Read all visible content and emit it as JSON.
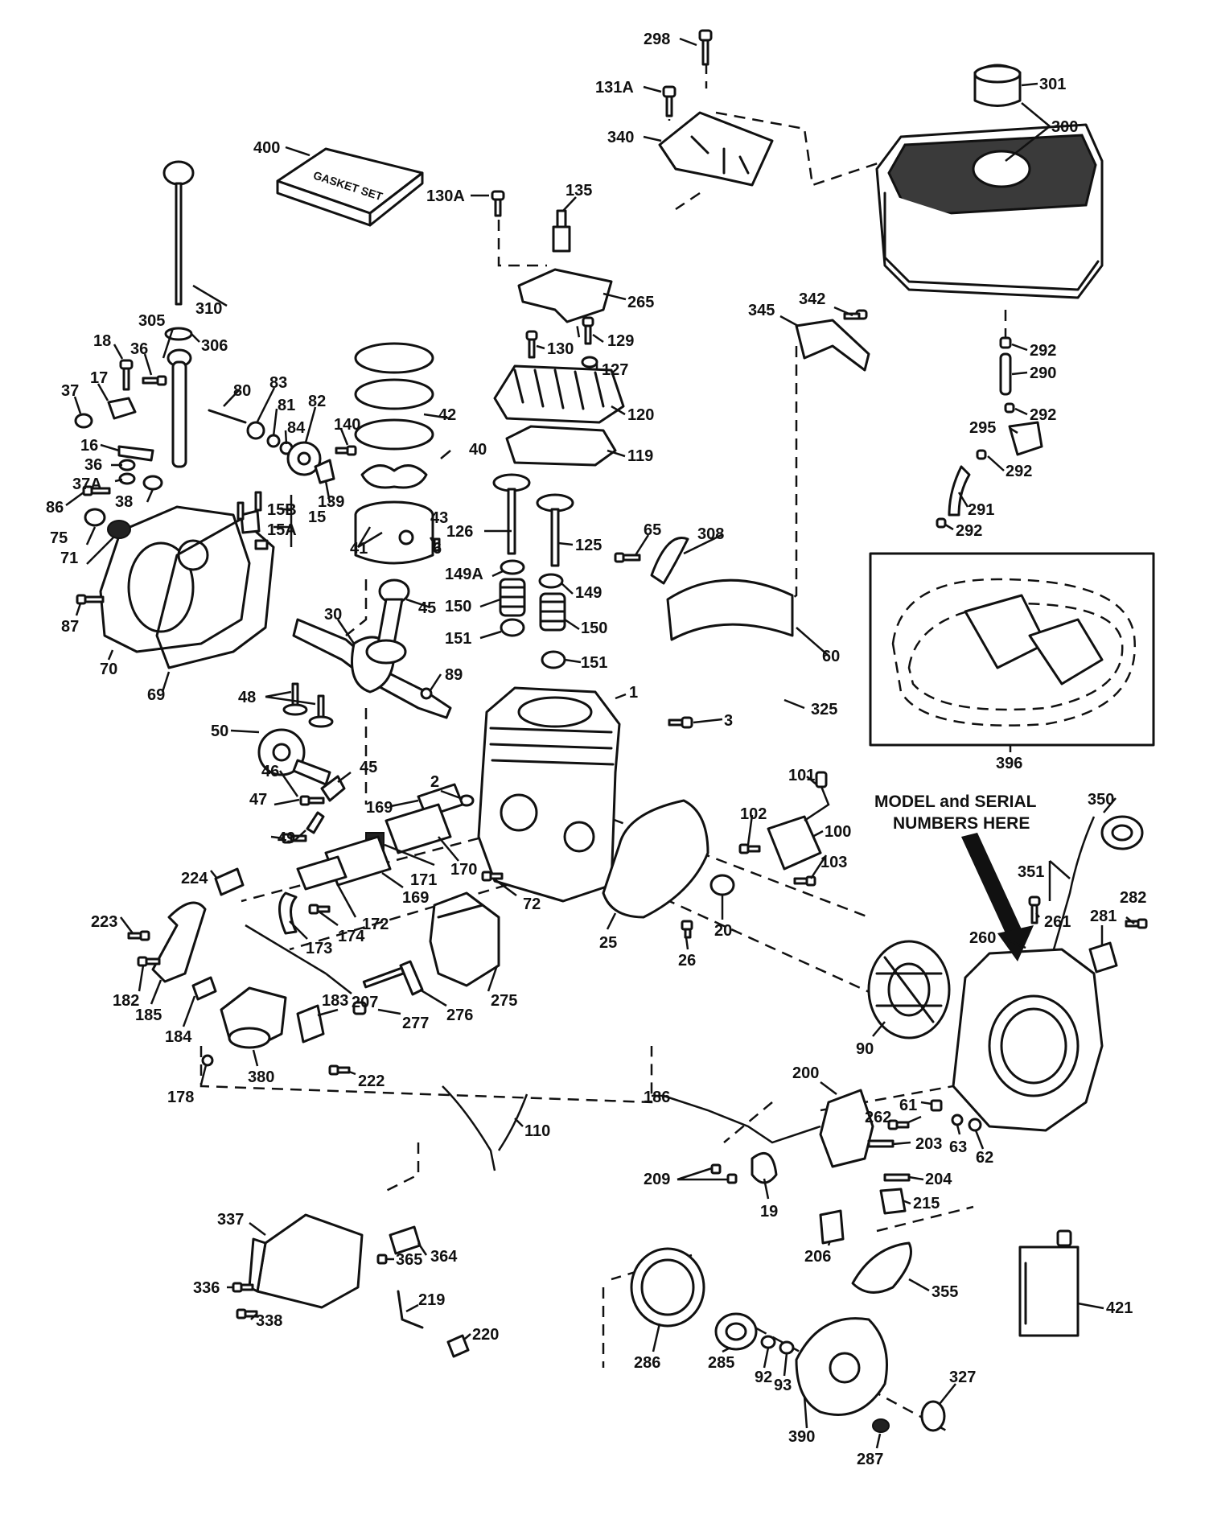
{
  "labels": {
    "l298": "298",
    "l131A": "131A",
    "l340": "340",
    "l301": "301",
    "l300": "300",
    "l400": "400",
    "l135": "135",
    "l130A": "130A",
    "l310": "310",
    "l265": "265",
    "l345": "345",
    "l342": "342",
    "l305": "305",
    "l306": "306",
    "l18": "18",
    "l36a": "36",
    "l37": "37",
    "l17": "17",
    "l80": "80",
    "l83": "83",
    "l81": "81",
    "l84": "84",
    "l82": "82",
    "l140": "140",
    "l16": "16",
    "l36b": "36",
    "l37A": "37A",
    "l38": "38",
    "l139": "139",
    "l42": "42",
    "l40": "40",
    "l130": "130",
    "l129": "129",
    "l127": "127",
    "l120": "120",
    "l119": "119",
    "l292a": "292",
    "l290": "290",
    "l292b": "292",
    "l295": "295",
    "l292c": "292",
    "l291": "291",
    "l292d": "292",
    "l86": "86",
    "l15B": "15B",
    "l15": "15",
    "l15A": "15A",
    "l75": "75",
    "l71": "71",
    "l43": "43",
    "l6": "6",
    "l41": "41",
    "l126": "126",
    "l125": "125",
    "l65": "65",
    "l308": "308",
    "l149A": "149A",
    "l149": "149",
    "l150a": "150",
    "l150b": "150",
    "l151a": "151",
    "l151b": "151",
    "l87": "87",
    "l30": "30",
    "l45a": "45",
    "l60": "60",
    "l70": "70",
    "l69": "69",
    "l89": "89",
    "l48": "48",
    "l1": "1",
    "l3": "3",
    "l325": "325",
    "l50": "50",
    "l46": "46",
    "l45b": "45",
    "l101": "101",
    "l396": "396",
    "l47": "47",
    "l49": "49",
    "l169a": "169",
    "l2": "2",
    "l350": "350",
    "l102": "102",
    "l100": "100",
    "l103": "103",
    "l170": "170",
    "l171": "171",
    "l169b": "169",
    "l224": "224",
    "l72": "72",
    "l351": "351",
    "l172": "172",
    "l174": "174",
    "l173": "173",
    "l223": "223",
    "l25": "25",
    "l26": "26",
    "l20": "20",
    "l261": "261",
    "l282": "282",
    "l281": "281",
    "l260": "260",
    "l182": "182",
    "l275": "275",
    "l207": "207",
    "l185": "185",
    "l276": "276",
    "l183": "183",
    "l277": "277",
    "l184": "184",
    "l90": "90",
    "l380": "380",
    "l222": "222",
    "l178": "178",
    "l200": "200",
    "l186": "186",
    "l61": "61",
    "l262": "262",
    "l63": "63",
    "l62": "62",
    "l110": "110",
    "l203": "203",
    "l209": "209",
    "l204": "204",
    "l19": "19",
    "l215": "215",
    "l337": "337",
    "l206": "206",
    "l365": "365",
    "l364": "364",
    "l355": "355",
    "l336": "336",
    "l219": "219",
    "l338": "338",
    "l421": "421",
    "l220": "220",
    "l286": "286",
    "l285": "285",
    "l92": "92",
    "l93": "93",
    "l327": "327",
    "l390": "390",
    "l287": "287"
  },
  "notes": {
    "model_serial_line1": "MODEL and SERIAL",
    "model_serial_line2": "NUMBERS HERE",
    "gasket_set_text": "GASKET SET"
  }
}
